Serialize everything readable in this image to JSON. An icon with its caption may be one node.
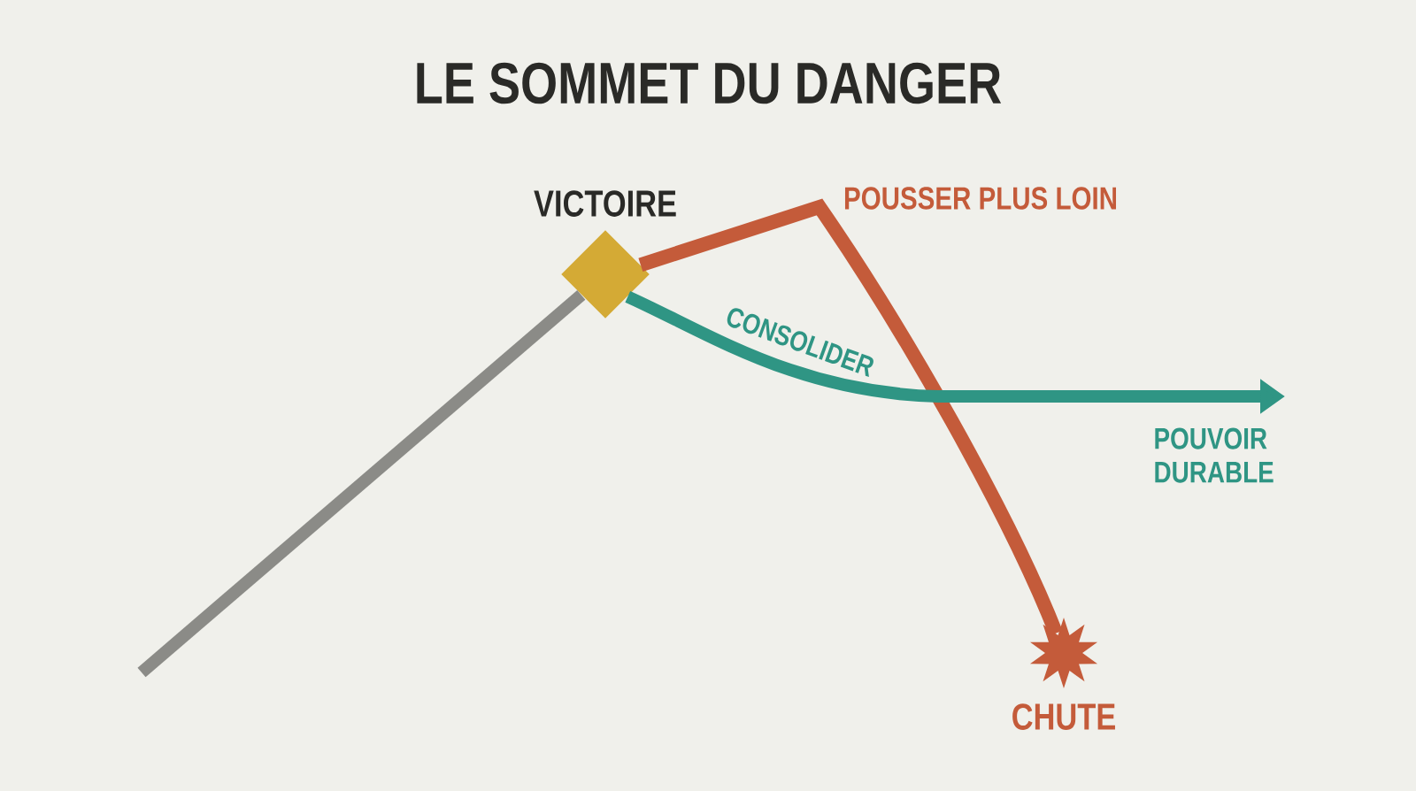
{
  "diagram": {
    "title": "LE SOMMET DU DANGER",
    "nodes": [
      {
        "text": [
          "VICTOIRE"
        ]
      },
      {
        "text": [
          "POUVOIR DURABLE"
        ]
      },
      {
        "text": [
          "CHUTE"
        ]
      }
    ],
    "edges": [
      {
        "from": null,
        "to": 0,
        "arrow": "none",
        "color": "#8b8b87"
      },
      {
        "from": 0,
        "to": 1,
        "arrow": "to",
        "label": "CONSOLIDER",
        "color": "#2f9584"
      },
      {
        "from": 0,
        "to": 2,
        "arrow": "none",
        "label": "POUSSER PLUS LOIN",
        "color": "#c45b3a"
      }
    ]
  }
}
